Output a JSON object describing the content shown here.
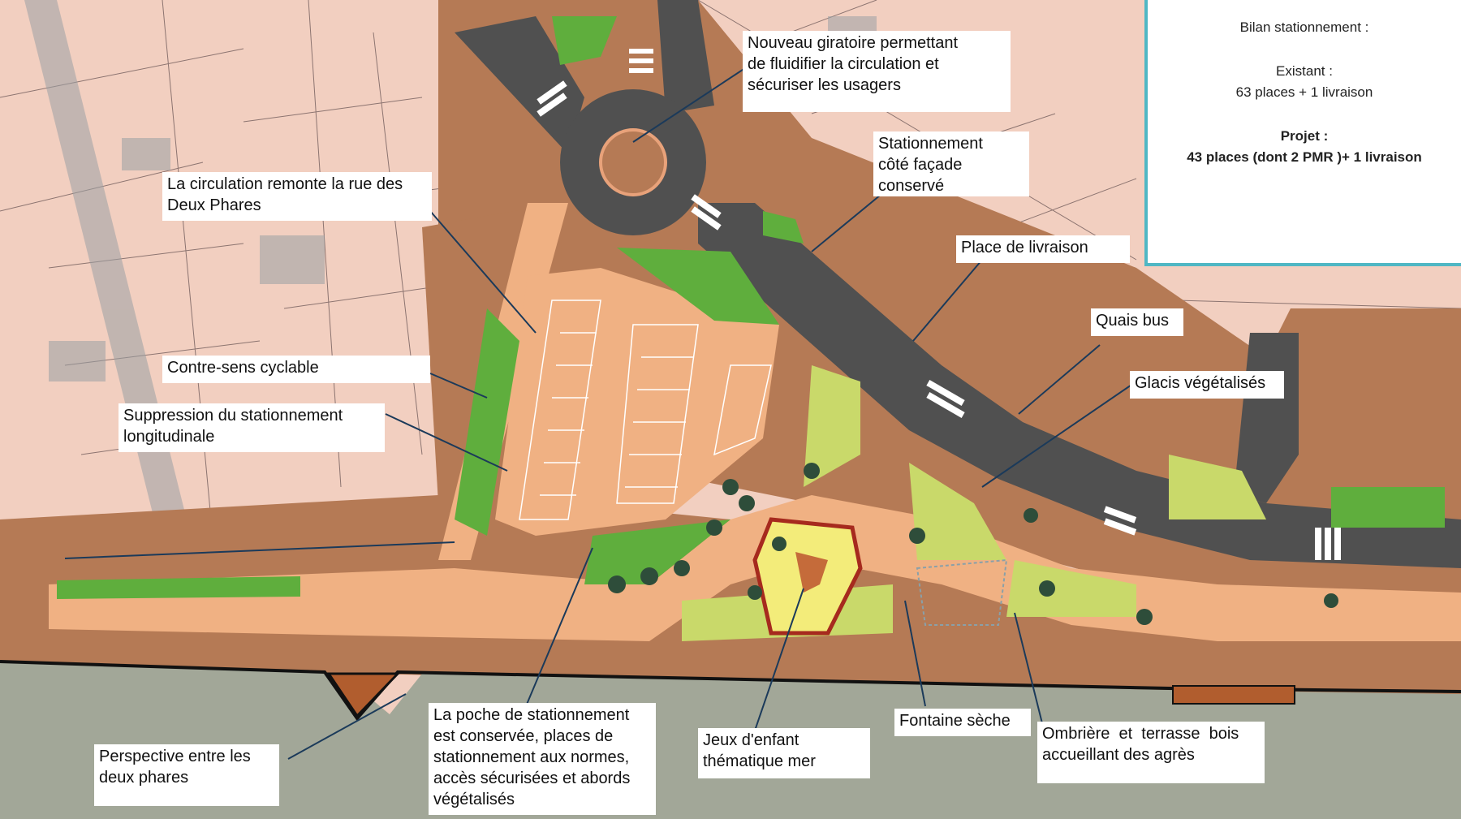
{
  "labels": {
    "giratoire": [
      "Nouveau giratoire permettant",
      "de fluidifier la circulation et",
      "sécuriser les usagers"
    ],
    "circulation": [
      "La circulation remonte la rue des",
      "Deux Phares"
    ],
    "stationnement_facade": [
      "Stationnement",
      "côté façade",
      "conservé"
    ],
    "livraison": [
      "Place de livraison"
    ],
    "quais_bus": [
      "Quais bus"
    ],
    "glacis": [
      "Glacis végétalisés"
    ],
    "contre_sens": [
      "Contre-sens cyclable"
    ],
    "suppression": [
      "Suppression du stationnement",
      "longitudinale"
    ],
    "poche": [
      "La poche de stationnement",
      "est conservée, places de",
      "stationnement aux normes,",
      "accès sécurisées et abords",
      "végétalisés"
    ],
    "jeux": [
      "Jeux d'enfant",
      "thématique mer"
    ],
    "fontaine": [
      "Fontaine sèche"
    ],
    "ombriere": [
      "Ombrière  et  terrasse  bois",
      "accueillant des agrès"
    ],
    "perspective": [
      "Perspective entre les",
      "deux phares"
    ]
  },
  "legend": {
    "title": "Bilan stationnement :",
    "existant_label": "Existant :",
    "existant_value": "63 places + 1 livraison",
    "projet_label": "Projet :",
    "projet_value": "43 places (dont 2 PMR )+ 1 livraison"
  },
  "colors": {
    "building_plot": "#f2cfc0",
    "sidewalk": "#b57a55",
    "pedestrian_way": "#f0b183",
    "road": "#505050",
    "grass": "#5fae3d",
    "planting_light": "#c9d96a",
    "beach": "#a2a798",
    "legend_border": "#4fb7c4",
    "playground": "#f3ec7a"
  }
}
